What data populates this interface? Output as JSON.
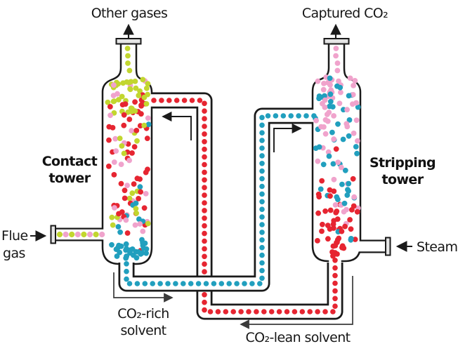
{
  "labels": {
    "other_gases": "Other gases",
    "captured_co2": "Captured CO₂",
    "contact_tower_line1": "Contact",
    "contact_tower_line2": "tower",
    "stripping_tower_line1": "Stripping",
    "stripping_tower_line2": "tower",
    "flue_gas_line1": "Flue",
    "flue_gas_line2": "gas",
    "steam": "Steam",
    "co2_rich_line1": "CO₂-rich",
    "co2_rich_line2": "solvent",
    "co2_lean": "CO₂-lean solvent"
  },
  "colors": {
    "co2_lean_solvent_dot": "#e62531",
    "co2_rich_solvent_dot": "#219fbe",
    "co2_gas_dot": "#f0a3cc",
    "other_gas_dot": "#c2d62f",
    "outline": "#1a1a1a",
    "flange_fill": "#e4e4e4",
    "leader_line": "#3a3a3a"
  }
}
